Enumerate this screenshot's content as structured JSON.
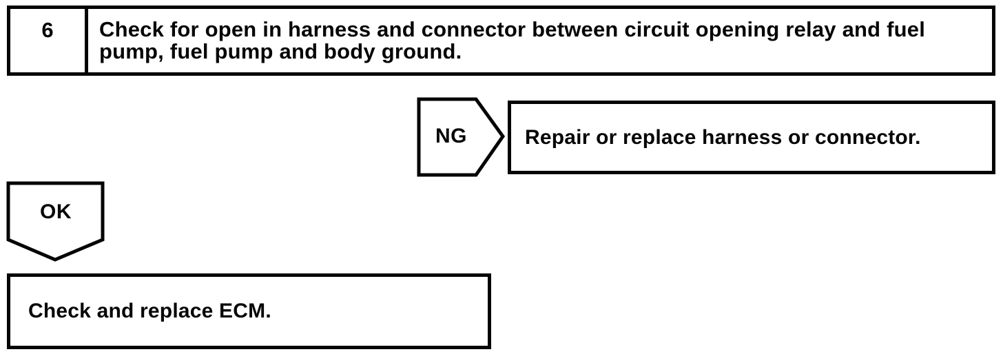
{
  "page": {
    "background_color": "#ffffff",
    "ink_color": "#050505"
  },
  "flowchart": {
    "step_box": {
      "number": "6",
      "instruction": "Check for open in harness and connector between circuit opening relay and fuel pump, fuel pump and body ground."
    },
    "ng_branch": {
      "label": "NG",
      "action": "Repair or replace harness or connector."
    },
    "ok_branch": {
      "label": "OK",
      "action": "Check and replace ECM."
    }
  }
}
